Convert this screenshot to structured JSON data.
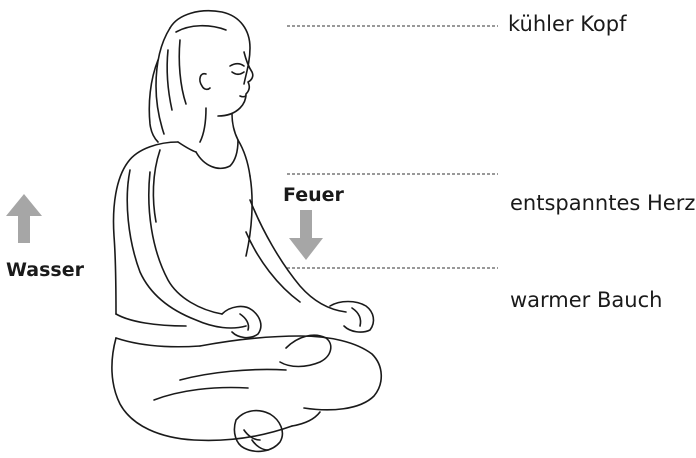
{
  "labels": {
    "head": "kühler Kopf",
    "heart": "entspanntes Herz",
    "belly": "warmer Bauch",
    "water": "Wasser",
    "fire": "Feuer"
  },
  "colors": {
    "arrow": "#a6a6a6",
    "line": "#333333",
    "text": "#1a1a1a",
    "background": "#ffffff"
  },
  "arrows": {
    "water": "up-arrow",
    "fire": "down-arrow"
  }
}
